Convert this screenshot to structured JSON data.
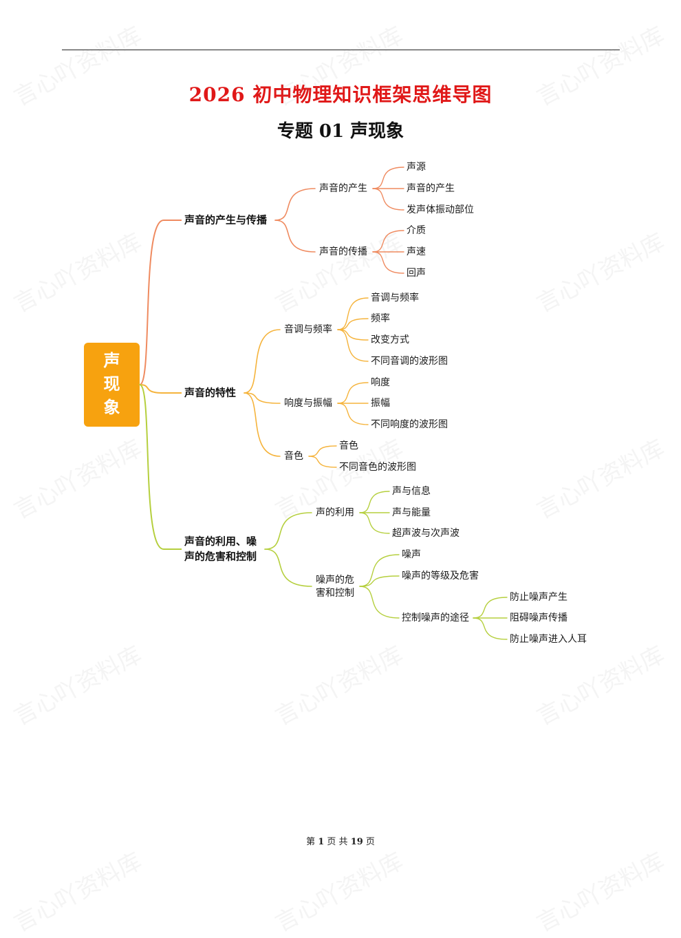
{
  "document": {
    "title": "2026 初中物理知识框架思维导图",
    "subtitle": "专题 01  声现象"
  },
  "footer": {
    "prefix": "第",
    "page": "1",
    "middle": "页 共",
    "total": "19",
    "suffix": "页"
  },
  "watermark": "言心吖资料库",
  "colors": {
    "root_fill": "#f7a20f",
    "branch1": "#ef8a5f",
    "branch2": "#f5b33b",
    "branch3": "#b5cf3d",
    "title_red": "#e01818"
  },
  "mindmap": {
    "root": "声现象",
    "branches": [
      {
        "label": "声音的产生与传播",
        "children": [
          {
            "label": "声音的产生",
            "children": [
              {
                "label": "声源"
              },
              {
                "label": "声音的产生"
              },
              {
                "label": "发声体振动部位"
              }
            ]
          },
          {
            "label": "声音的传播",
            "children": [
              {
                "label": "介质"
              },
              {
                "label": "声速"
              },
              {
                "label": "回声"
              }
            ]
          }
        ]
      },
      {
        "label": "声音的特性",
        "children": [
          {
            "label": "音调与频率",
            "children": [
              {
                "label": "音调与频率"
              },
              {
                "label": "频率"
              },
              {
                "label": "改变方式"
              },
              {
                "label": "不同音调的波形图"
              }
            ]
          },
          {
            "label": "响度与振幅",
            "children": [
              {
                "label": "响度"
              },
              {
                "label": "振幅"
              },
              {
                "label": "不同响度的波形图"
              }
            ]
          },
          {
            "label": "音色",
            "children": [
              {
                "label": "音色"
              },
              {
                "label": "不同音色的波形图"
              }
            ]
          }
        ]
      },
      {
        "label": "声音的利用、噪声的危害和控制",
        "children": [
          {
            "label": "声的利用",
            "children": [
              {
                "label": "声与信息"
              },
              {
                "label": "声与能量"
              },
              {
                "label": "超声波与次声波"
              }
            ]
          },
          {
            "label": "噪声的危害和控制",
            "children": [
              {
                "label": "噪声"
              },
              {
                "label": "噪声的等级及危害"
              },
              {
                "label": "控制噪声的途径",
                "children": [
                  {
                    "label": "防止噪声产生"
                  },
                  {
                    "label": "阻碍噪声传播"
                  },
                  {
                    "label": "防止噪声进入人耳"
                  }
                ]
              }
            ]
          }
        ]
      }
    ]
  }
}
